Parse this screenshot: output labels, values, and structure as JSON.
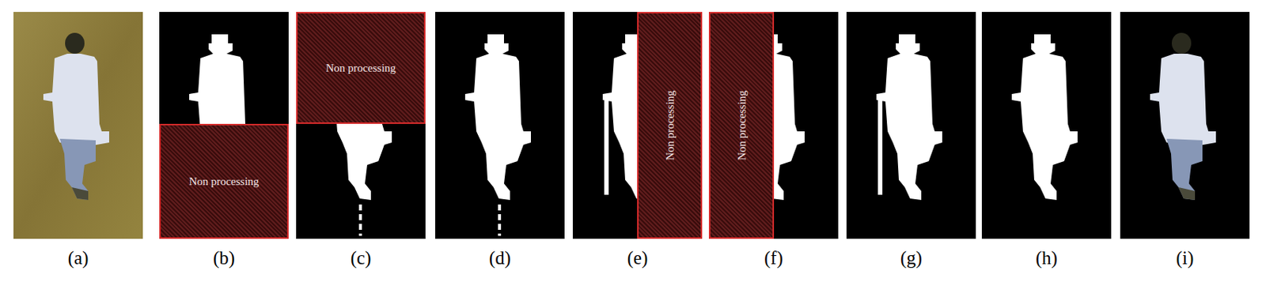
{
  "diagram": {
    "nodes": [
      {
        "text": [
          "Non processing"
        ]
      },
      {
        "text": [
          "Non processing"
        ]
      },
      {
        "text": [
          "Non processing"
        ]
      },
      {
        "text": [
          "Non processing"
        ]
      }
    ],
    "labels": [
      "(a)",
      "(b)",
      "(c)",
      "(d)",
      "(e)",
      "(f)",
      "(g)",
      "(h)",
      "(i)"
    ]
  }
}
